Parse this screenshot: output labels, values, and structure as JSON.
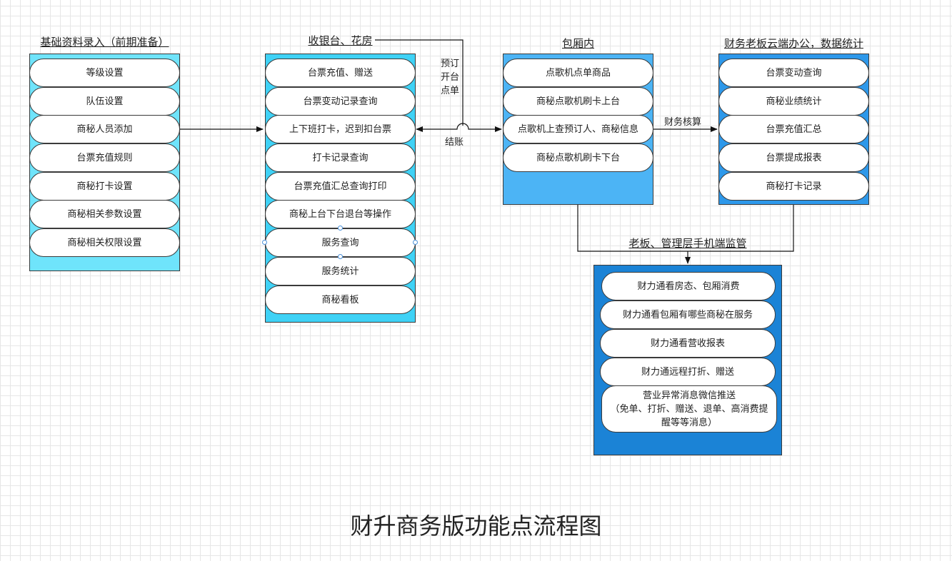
{
  "diagram_title": "财升商务版功能点流程图",
  "groups": {
    "basic": {
      "title": "基础资料录入（前期准备）",
      "items": [
        "等级设置",
        "队伍设置",
        "商秘人员添加",
        "台票充值规则",
        "商秘打卡设置",
        "商秘相关参数设置",
        "商秘相关权限设置"
      ]
    },
    "cashier": {
      "title": "收银台、花房",
      "items": [
        "台票充值、赠送",
        "台票变动记录查询",
        "上下班打卡，迟到扣台票",
        "打卡记录查询",
        "台票充值汇总查询打印",
        "商秘上台下台退台等操作",
        "服务查询",
        "服务统计",
        "商秘看板"
      ]
    },
    "room": {
      "title": "包厢内",
      "items": [
        "点歌机点单商品",
        "商秘点歌机刷卡上台",
        "点歌机上查预订人、商秘信息",
        "商秘点歌机刷卡下台"
      ]
    },
    "finance": {
      "title": "财务老板云端办公，数据统计",
      "items": [
        "台票变动查询",
        "商秘业绩统计",
        "台票充值汇总",
        "台票提成报表",
        "商秘打卡记录"
      ]
    },
    "mobile": {
      "title": "老板、管理层手机端监管",
      "items": [
        "财力通看房态、包厢消费",
        "财力通看包厢有哪些商秘在服务",
        "财力通看营收报表",
        "财力通远程打折、赠送",
        "营业异常消息微信推送\n（免单、打折、赠送、退单、高消费提醒等等消息）"
      ]
    }
  },
  "edge_labels": {
    "reserve": [
      "预订",
      "开台",
      "点单"
    ],
    "checkout": "结账",
    "finance_check": "财务核算"
  },
  "colors": {
    "basic": "#6fe4fb",
    "cashier": "#3fd2f6",
    "room": "#4cb4f5",
    "finance": "#2d98ea",
    "mobile": "#1b83d6"
  }
}
